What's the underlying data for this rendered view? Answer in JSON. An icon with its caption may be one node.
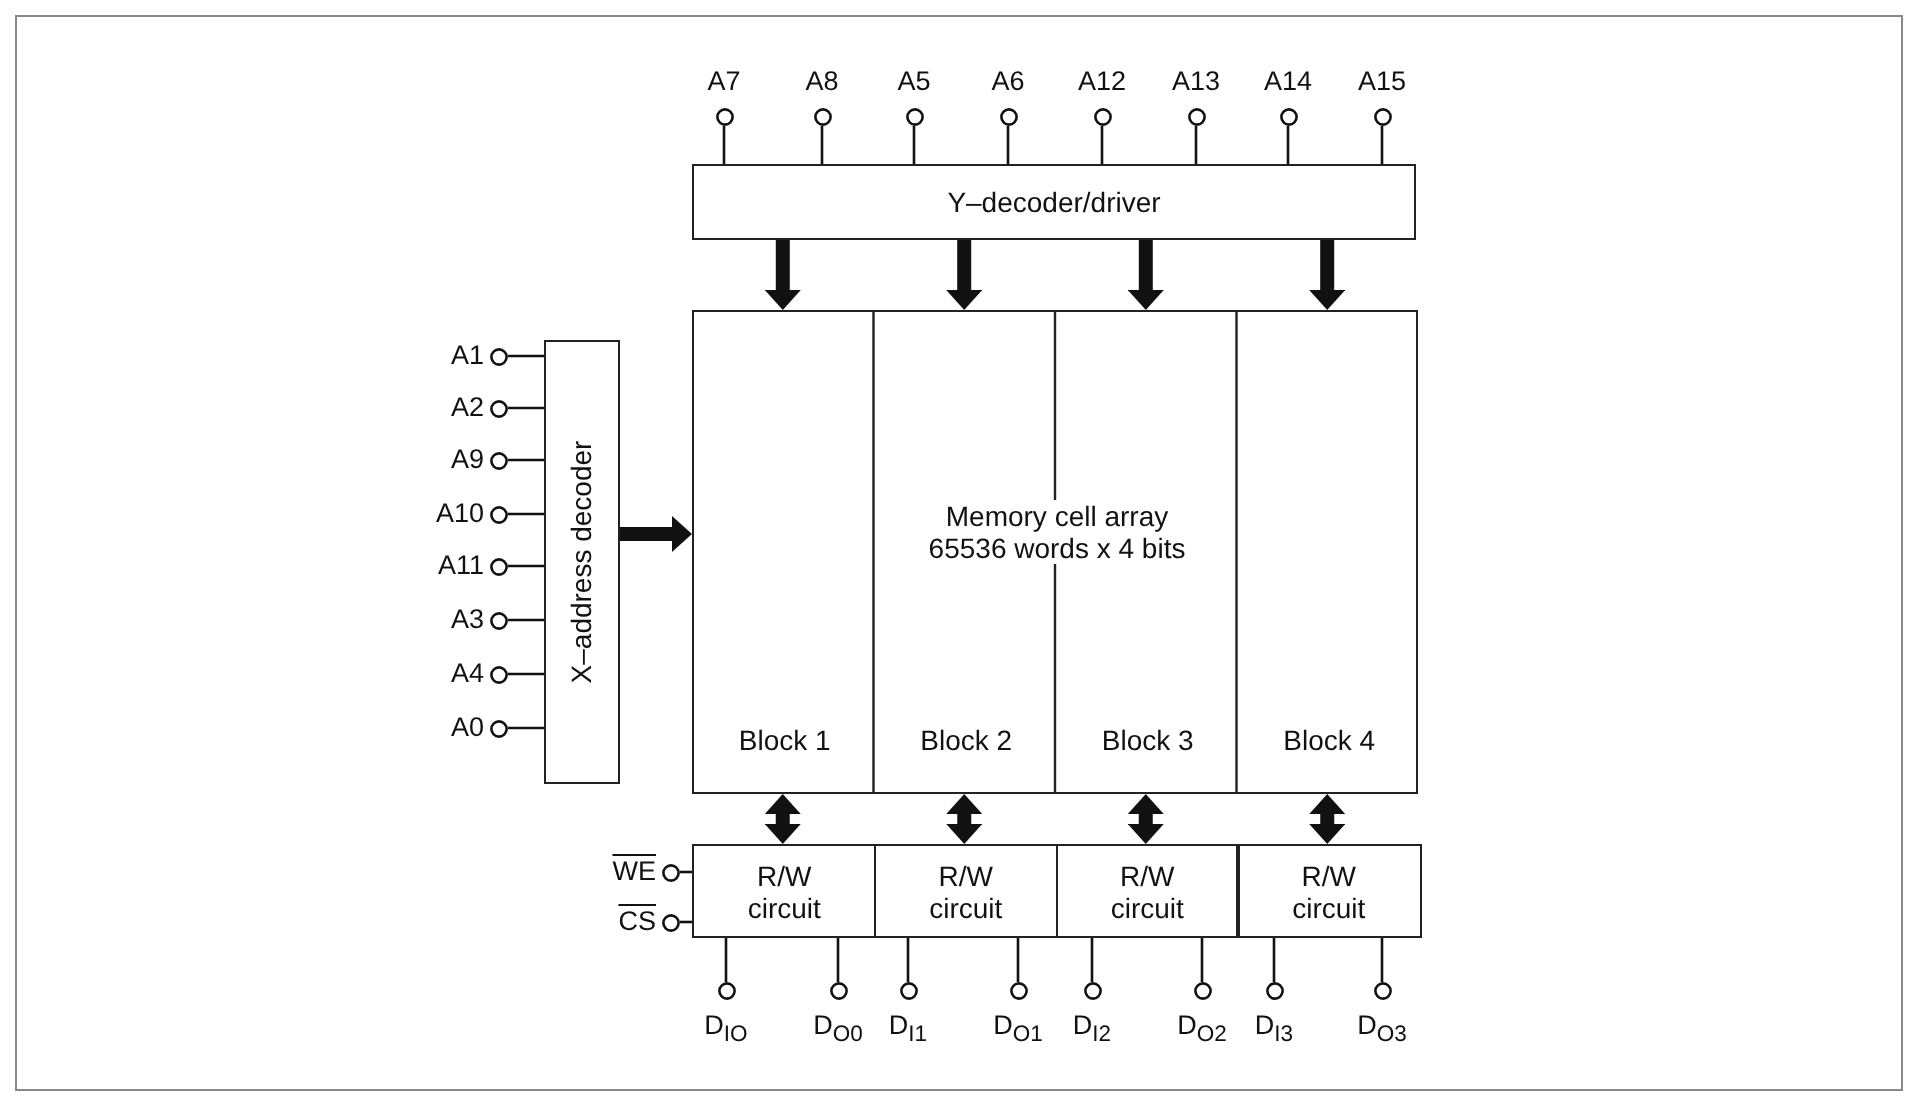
{
  "diagram": {
    "nodes": [
      {
        "text": [
          "A7"
        ]
      },
      {
        "text": [
          "A8"
        ]
      },
      {
        "text": [
          "A5"
        ]
      },
      {
        "text": [
          "A6"
        ]
      },
      {
        "text": [
          "A12"
        ]
      },
      {
        "text": [
          "A13"
        ]
      },
      {
        "text": [
          "A14"
        ]
      },
      {
        "text": [
          "A15"
        ]
      },
      {
        "text": [
          "Y–decoder/driver"
        ]
      },
      {
        "text": [
          "A1"
        ]
      },
      {
        "text": [
          "A2"
        ]
      },
      {
        "text": [
          "A9"
        ]
      },
      {
        "text": [
          "A10"
        ]
      },
      {
        "text": [
          "A11"
        ]
      },
      {
        "text": [
          "A3"
        ]
      },
      {
        "text": [
          "A4"
        ]
      },
      {
        "text": [
          "A0"
        ]
      },
      {
        "text": [
          "X–address decoder"
        ]
      },
      {
        "text": [
          "Memory cell array 65536 words x 4 bits"
        ]
      },
      {
        "text": [
          "Block 1"
        ],
        "in": 18
      },
      {
        "text": [
          "Block 2"
        ],
        "in": 18
      },
      {
        "text": [
          "Block 3"
        ],
        "in": 18
      },
      {
        "text": [
          "Block 4"
        ],
        "in": 18
      },
      {
        "text": [
          "WE"
        ]
      },
      {
        "text": [
          "CS"
        ]
      },
      {
        "text": [
          "R/W circuit"
        ]
      },
      {
        "text": [
          "R/W circuit"
        ]
      },
      {
        "text": [
          "R/W circuit"
        ]
      },
      {
        "text": [
          "R/W circuit"
        ]
      },
      {
        "text": [
          "D$_{IO}$"
        ]
      },
      {
        "text": [
          "D$_{O0}$"
        ]
      },
      {
        "text": [
          "D$_{I1}$"
        ]
      },
      {
        "text": [
          "D$_{O1}$"
        ]
      },
      {
        "text": [
          "D$_{I2}$"
        ]
      },
      {
        "text": [
          "D$_{O2}$"
        ]
      },
      {
        "text": [
          "D$_{I3}$"
        ]
      },
      {
        "text": [
          "D$_{O3}$"
        ]
      }
    ],
    "edges": [
      {
        "from": 0,
        "to": 8,
        "arrow": "none"
      },
      {
        "from": 1,
        "to": 8,
        "arrow": "none"
      },
      {
        "from": 2,
        "to": 8,
        "arrow": "none"
      },
      {
        "from": 3,
        "to": 8,
        "arrow": "none"
      },
      {
        "from": 4,
        "to": 8,
        "arrow": "none"
      },
      {
        "from": 5,
        "to": 8,
        "arrow": "none"
      },
      {
        "from": 6,
        "to": 8,
        "arrow": "none"
      },
      {
        "from": 7,
        "to": 8,
        "arrow": "none"
      },
      {
        "from": 9,
        "to": 17,
        "arrow": "none"
      },
      {
        "from": 10,
        "to": 17,
        "arrow": "none"
      },
      {
        "from": 11,
        "to": 17,
        "arrow": "none"
      },
      {
        "from": 12,
        "to": 17,
        "arrow": "none"
      },
      {
        "from": 13,
        "to": 17,
        "arrow": "none"
      },
      {
        "from": 14,
        "to": 17,
        "arrow": "none"
      },
      {
        "from": 15,
        "to": 17,
        "arrow": "none"
      },
      {
        "from": 16,
        "to": 17,
        "arrow": "none"
      },
      {
        "from": 17,
        "to": 18,
        "arrow": "to",
        "style": "thick"
      },
      {
        "from": 8,
        "to": 18,
        "arrow": "to",
        "style": "thick"
      },
      {
        "from": 8,
        "to": 18,
        "arrow": "to",
        "style": "thick"
      },
      {
        "from": 8,
        "to": 18,
        "arrow": "to",
        "style": "thick"
      },
      {
        "from": 8,
        "to": 18,
        "arrow": "to",
        "style": "thick"
      },
      {
        "from": 19,
        "to": 25,
        "arrow": "both",
        "style": "thick"
      },
      {
        "from": 20,
        "to": 26,
        "arrow": "both",
        "style": "thick"
      },
      {
        "from": 21,
        "to": 27,
        "arrow": "both",
        "style": "thick"
      },
      {
        "from": 22,
        "to": 28,
        "arrow": "both",
        "style": "thick"
      },
      {
        "from": 23,
        "to": 25,
        "arrow": "none"
      },
      {
        "from": 24,
        "to": 25,
        "arrow": "none"
      },
      {
        "from": 29,
        "to": 25,
        "arrow": "none"
      },
      {
        "from": 30,
        "to": 25,
        "arrow": "none"
      },
      {
        "from": 31,
        "to": 26,
        "arrow": "none"
      },
      {
        "from": 32,
        "to": 26,
        "arrow": "none"
      },
      {
        "from": 33,
        "to": 27,
        "arrow": "none"
      },
      {
        "from": 34,
        "to": 27,
        "arrow": "none"
      },
      {
        "from": 35,
        "to": 28,
        "arrow": "none"
      },
      {
        "from": 36,
        "to": 28,
        "arrow": "none"
      }
    ]
  }
}
